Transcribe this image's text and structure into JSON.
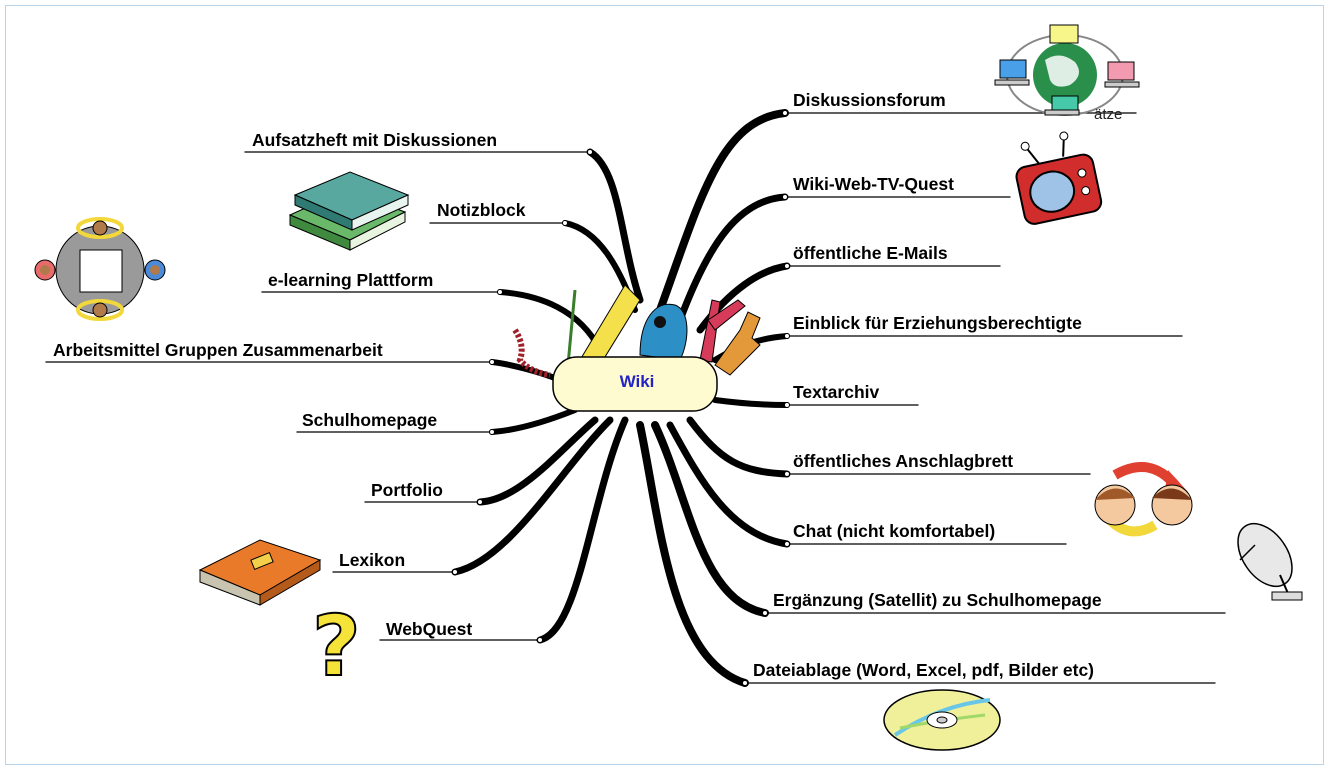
{
  "center": {
    "label": "Wiki",
    "color": "#2323c8"
  },
  "left_branches": [
    {
      "id": "aufsatzheft",
      "label": "Aufsatzheft mit Diskussionen"
    },
    {
      "id": "notizblock",
      "label": "Notizblock"
    },
    {
      "id": "elearning",
      "label": "e-learning Plattform"
    },
    {
      "id": "arbeitsmittel",
      "label": "Arbeitsmittel Gruppen Zusammenarbeit"
    },
    {
      "id": "schulhomepage",
      "label": "Schulhomepage"
    },
    {
      "id": "portfolio",
      "label": "Portfolio"
    },
    {
      "id": "lexikon",
      "label": "Lexikon"
    },
    {
      "id": "webquest",
      "label": "WebQuest"
    }
  ],
  "right_branches": [
    {
      "id": "diskussionsforum",
      "label": "Diskussionsforum"
    },
    {
      "id": "wikiwebtv",
      "label": "Wiki-Web-TV-Quest"
    },
    {
      "id": "emails",
      "label": "öffentliche E-Mails"
    },
    {
      "id": "einblick",
      "label": "Einblick für Erziehungsberechtigte"
    },
    {
      "id": "textarchiv",
      "label": "Textarchiv"
    },
    {
      "id": "anschlagbrett",
      "label": "öffentliches Anschlagbrett"
    },
    {
      "id": "chat",
      "label": "Chat (nicht komfortabel)"
    },
    {
      "id": "satellit",
      "label": "Ergänzung (Satellit) zu Schulhomepage"
    },
    {
      "id": "dateiablage",
      "label": "Dateiablage (Word, Excel, pdf, Bilder etc)"
    }
  ],
  "clipart_text": {
    "network_caption": "ätze"
  },
  "icons": [
    "network-globe-icon",
    "tv-icon",
    "books-icon",
    "group-meeting-icon",
    "dictionary-book-icon",
    "question-mark-icon",
    "people-cycle-icon",
    "satellite-dish-icon",
    "cd-icon",
    "office-supplies-icon"
  ],
  "colors": {
    "branch": "#000000",
    "center_fill": "#fefbd0",
    "frame": "#b9d3ea"
  }
}
